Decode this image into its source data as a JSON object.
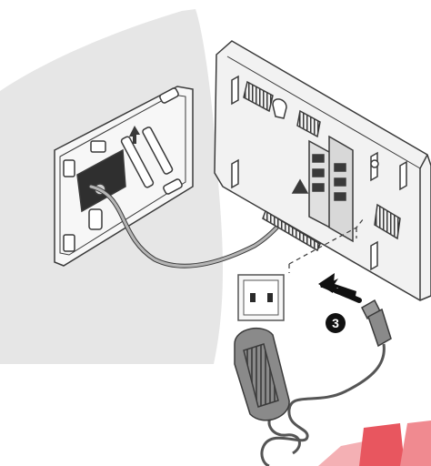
{
  "step": {
    "number": "3"
  },
  "colors": {
    "wall": "#e6e6e6",
    "monitor": "#f2f2f2",
    "outline": "#3a3a3a",
    "cable": "#9a9a9a",
    "adapter": "#8a8a8a",
    "arrow": "#111111",
    "accent": "#e8565f"
  },
  "icons": [
    "wall-bracket",
    "monitor-back",
    "power-socket",
    "power-adapter",
    "dc-plug",
    "insert-arrow"
  ]
}
